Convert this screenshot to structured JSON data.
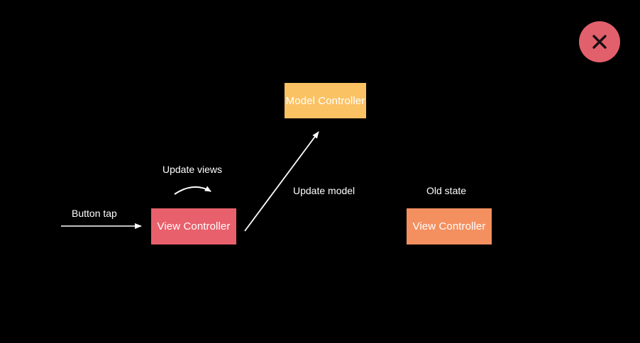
{
  "slide": {
    "background_color": "#000000",
    "title": "",
    "nodes": [
      {
        "id": "model-controller",
        "label": "Model Controller",
        "color": "#fbc264",
        "text_color": "#ffffff"
      },
      {
        "id": "view-controller-new",
        "label": "View Controller",
        "color": "#e8606b",
        "text_color": "#ffffff"
      },
      {
        "id": "view-controller-old",
        "label": "View Controller",
        "color": "#f4905f",
        "text_color": "#ffffff"
      }
    ],
    "edges": [
      {
        "id": "button-tap",
        "label": "Button tap",
        "style": "straight",
        "color": "#ffffff"
      },
      {
        "id": "update-views",
        "label": "Update views",
        "style": "curved",
        "color": "#ffffff"
      },
      {
        "id": "update-model",
        "label": "Update model",
        "style": "diagonal",
        "color": "#ffffff"
      }
    ],
    "annotations": [
      {
        "id": "old-state",
        "label": "Old state",
        "color": "#ffffff"
      }
    ]
  },
  "controls": {
    "close": {
      "icon": "close-icon",
      "glyph": "×",
      "aria_label": "Close",
      "circle_color": "#e2606c",
      "glyph_color": "#1a1012"
    }
  }
}
